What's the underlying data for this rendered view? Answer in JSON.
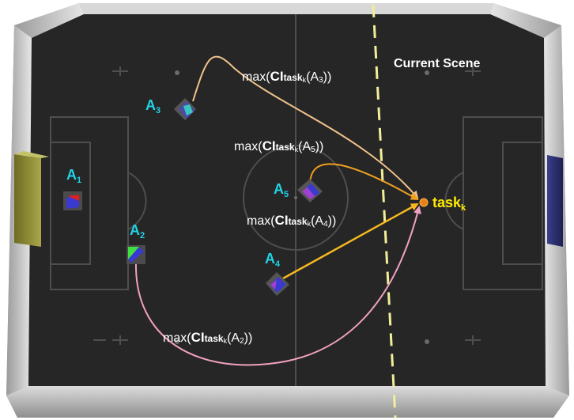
{
  "scene_label": "Current Scene",
  "target": {
    "name": "task",
    "sub": "k"
  },
  "agents": [
    {
      "name": "A",
      "sub": "1"
    },
    {
      "name": "A",
      "sub": "2"
    },
    {
      "name": "A",
      "sub": "3"
    },
    {
      "name": "A",
      "sub": "4"
    },
    {
      "name": "A",
      "sub": "5"
    }
  ],
  "expressions": [
    {
      "max": "max(",
      "ci": "CI",
      "task": "task",
      "task_sub": "k",
      "open": "(",
      "agent": "A",
      "agent_sub": "3",
      "close": "))"
    },
    {
      "max": "max(",
      "ci": "CI",
      "task": "task",
      "task_sub": "k",
      "open": "(",
      "agent": "A",
      "agent_sub": "5",
      "close": "))"
    },
    {
      "max": "max(",
      "ci": "CI",
      "task": "task",
      "task_sub": "k",
      "open": "(",
      "agent": "A",
      "agent_sub": "4",
      "close": "))"
    },
    {
      "max": "max(",
      "ci": "CI",
      "task": "task",
      "task_sub": "k",
      "open": "(",
      "agent": "A",
      "agent_sub": "2",
      "close": "))"
    }
  ],
  "colors": {
    "field": "#262626",
    "lines": "#555555",
    "wall": "#c8c8c8",
    "agent_label": "#22d3e6",
    "task_label": "#ffea00",
    "dashed_line": "#f2ee9a",
    "arrow_a3": "#f0c28c",
    "arrow_a5": "#f0a020",
    "arrow_a4": "#f5b820",
    "arrow_a2": "#f0a0c0",
    "left_goal": "#8c8a3a",
    "right_goal": "#2a2f70"
  }
}
